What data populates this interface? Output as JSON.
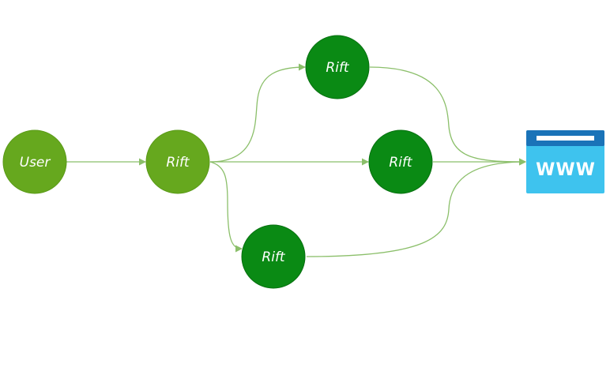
{
  "diagram": {
    "nodes": {
      "user": {
        "label": "User",
        "color": "#66a81e"
      },
      "rift_entry": {
        "label": "Rift",
        "color": "#66a81e"
      },
      "rift_top": {
        "label": "Rift",
        "color": "#0a8a14"
      },
      "rift_middle": {
        "label": "Rift",
        "color": "#0a8a14"
      },
      "rift_bottom": {
        "label": "Rift",
        "color": "#0a8a14"
      }
    },
    "website": {
      "label": "WWW",
      "header_color": "#1a73b8",
      "body_color": "#3ec3ee"
    },
    "edge_color": "#8bbf6a"
  }
}
